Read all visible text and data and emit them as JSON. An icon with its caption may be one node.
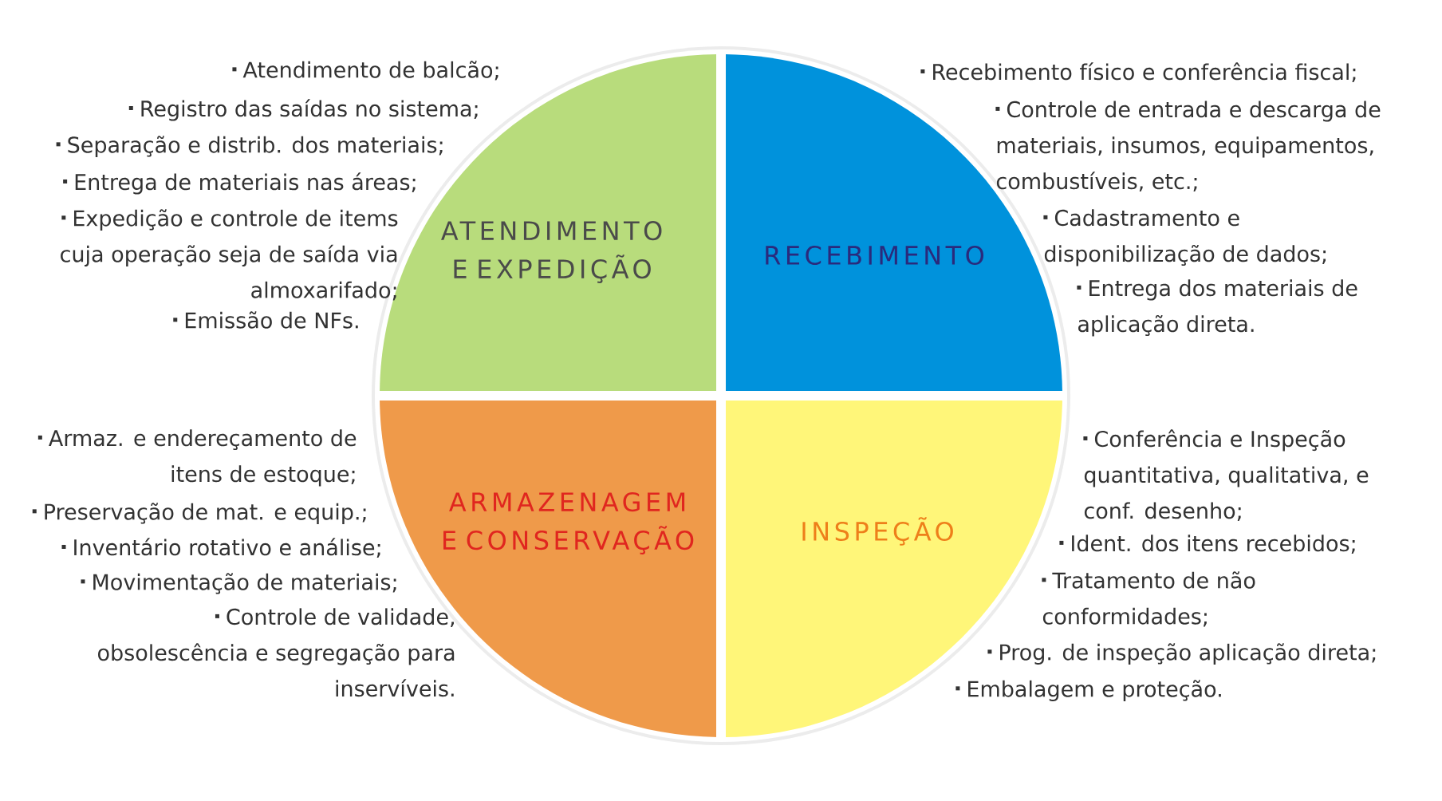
{
  "diagram": {
    "nodes": [
      {
        "text": [
          "ATENDIMENTO E EXPEDIÇÃO"
        ],
        "beside": [
          "Atendimento de balcão;",
          "Registro das saídas no sistema;",
          "Separação e distrib. dos materiais;",
          "Entrega de materiais nas áreas;",
          "Expedição e controle de items cuja operação seja de saída via almoxarifado;",
          "Emissão de NFs."
        ]
      },
      {
        "text": [
          "RECEBIMENTO"
        ],
        "beside": [
          "Recebimento físico e conferência fiscal;",
          "Controle de entrada e descarga de materiais, insumos, equipamentos, combustíveis, etc.;",
          "Cadastramento e disponibilização de dados;",
          "Entrega dos materiais de aplicação direta."
        ]
      },
      {
        "text": [
          "ARMAZENAGEM E CONSERVAÇÃO"
        ],
        "beside": [
          "Armaz. e endereçamento de itens de estoque;",
          "Preservação de mat. e equip.;",
          "Inventário rotativo e análise;",
          "Movimentação de materiais;",
          "Controle de validade, obsolescência e segregação para inservíveis."
        ]
      },
      {
        "text": [
          "INSPEÇÃO"
        ],
        "beside": [
          "Conferência e Inspeção quantitativa, qualitativa, e conf. desenho;",
          "Ident. dos itens recebidos;",
          "Tratamento de não conformidades;",
          "Prog. de inspeção aplicação direta;",
          "Embalagem e proteção."
        ]
      }
    ]
  }
}
